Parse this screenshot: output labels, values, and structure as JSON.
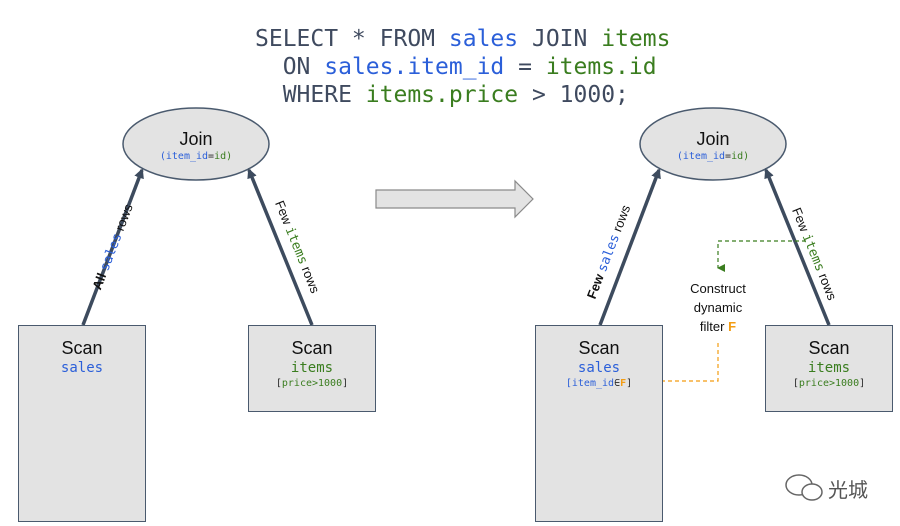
{
  "sql": {
    "line1": {
      "select": "SELECT * FROM ",
      "t1": "sales",
      "join": " JOIN ",
      "t2": "items"
    },
    "line2": {
      "on": "  ON ",
      "c1": "sales.item_id",
      "eq": " = ",
      "c2": "items.id"
    },
    "line3": {
      "where": "  WHERE ",
      "c3": "items.price",
      "rest": " > 1000;"
    }
  },
  "left": {
    "join": {
      "title": "Join",
      "cond_a": "(item_id",
      "cond_eq": "=",
      "cond_b": "id)"
    },
    "scan_sales": {
      "title": "Scan",
      "table": "sales"
    },
    "scan_items": {
      "title": "Scan",
      "table": "items",
      "pred_open": "[",
      "pred": "price>1000",
      "pred_close": "]"
    },
    "edge_sales": {
      "q": "All",
      "t": "sales",
      "r": "rows"
    },
    "edge_items": {
      "q": "Few",
      "t": "items",
      "r": "rows"
    }
  },
  "right": {
    "join": {
      "title": "Join",
      "cond_a": "(item_id",
      "cond_eq": "=",
      "cond_b": "id)"
    },
    "scan_sales": {
      "title": "Scan",
      "table": "sales",
      "pred_open": "[item_id",
      "pred_in": "∈",
      "pred_f": "F",
      "pred_close": "]"
    },
    "scan_items": {
      "title": "Scan",
      "table": "items",
      "pred_open": "[",
      "pred": "price>1000",
      "pred_close": "]"
    },
    "edge_sales": {
      "q": "Few",
      "t": "sales",
      "r": "rows"
    },
    "edge_items": {
      "q": "Few",
      "t": "items",
      "r": "rows"
    },
    "construct": {
      "l1": "Construct",
      "l2": "dynamic",
      "l3": "filter",
      "f": "F"
    }
  },
  "watermark": {
    "text": "光城"
  },
  "colors": {
    "blue": "#2b5fd9",
    "green": "#3a7d1f",
    "orange": "#f39c12",
    "edge": "#3d4b5e"
  }
}
